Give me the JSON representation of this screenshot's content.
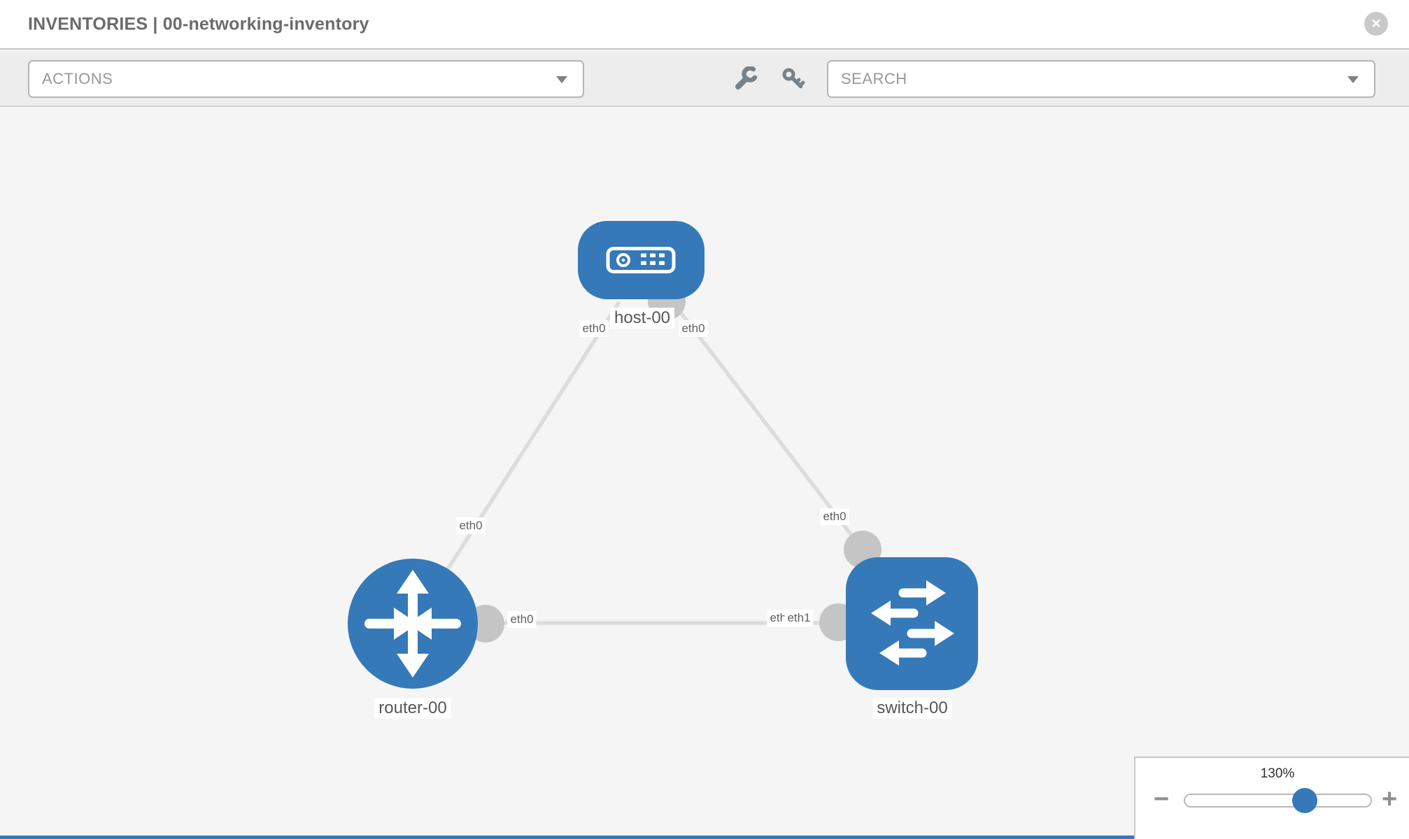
{
  "header": {
    "title": "INVENTORIES | 00-networking-inventory",
    "close_glyph": "✕"
  },
  "toolbar": {
    "actions": {
      "label": "ACTIONS"
    },
    "search": {
      "label": "SEARCH"
    },
    "icons": [
      "wrench-icon",
      "key-icon"
    ]
  },
  "topology": {
    "nodes": [
      {
        "id": "host-00",
        "label": "host-00",
        "type": "host",
        "icon": "server-icon"
      },
      {
        "id": "router-00",
        "label": "router-00",
        "type": "router",
        "icon": "router-arrows-icon"
      },
      {
        "id": "switch-00",
        "label": "switch-00",
        "type": "switch",
        "icon": "switch-arrows-icon"
      }
    ],
    "links": [
      {
        "from": "host-00",
        "from_interface": "eth0",
        "to": "router-00",
        "to_interface": "eth0"
      },
      {
        "from": "host-00",
        "from_interface": "eth0",
        "to": "switch-00",
        "to_interface": "eth0"
      },
      {
        "from": "router-00",
        "from_interface": "eth0",
        "to": "switch-00",
        "to_interface": "eth1"
      }
    ],
    "interface_labels": {
      "host_router_host_end": "eth0",
      "host_router_mid": "eth0",
      "host_switch_host_end": "eth0",
      "host_switch_mid": "eth0",
      "router_switch_router_end": "eth0",
      "router_switch_switch_end_hidden": "eth0",
      "router_switch_switch_end": "eth1"
    }
  },
  "zoom_control": {
    "value": "130%",
    "minus_glyph": "−",
    "plus_glyph": "+"
  },
  "colors": {
    "node_blue": "#3579b8",
    "link_gray": "#dcdcdc",
    "connector_gray": "#c5c5c5",
    "toolbar_gray": "#ededed",
    "canvas_gray": "#f5f5f5",
    "label_text": "#606060"
  }
}
